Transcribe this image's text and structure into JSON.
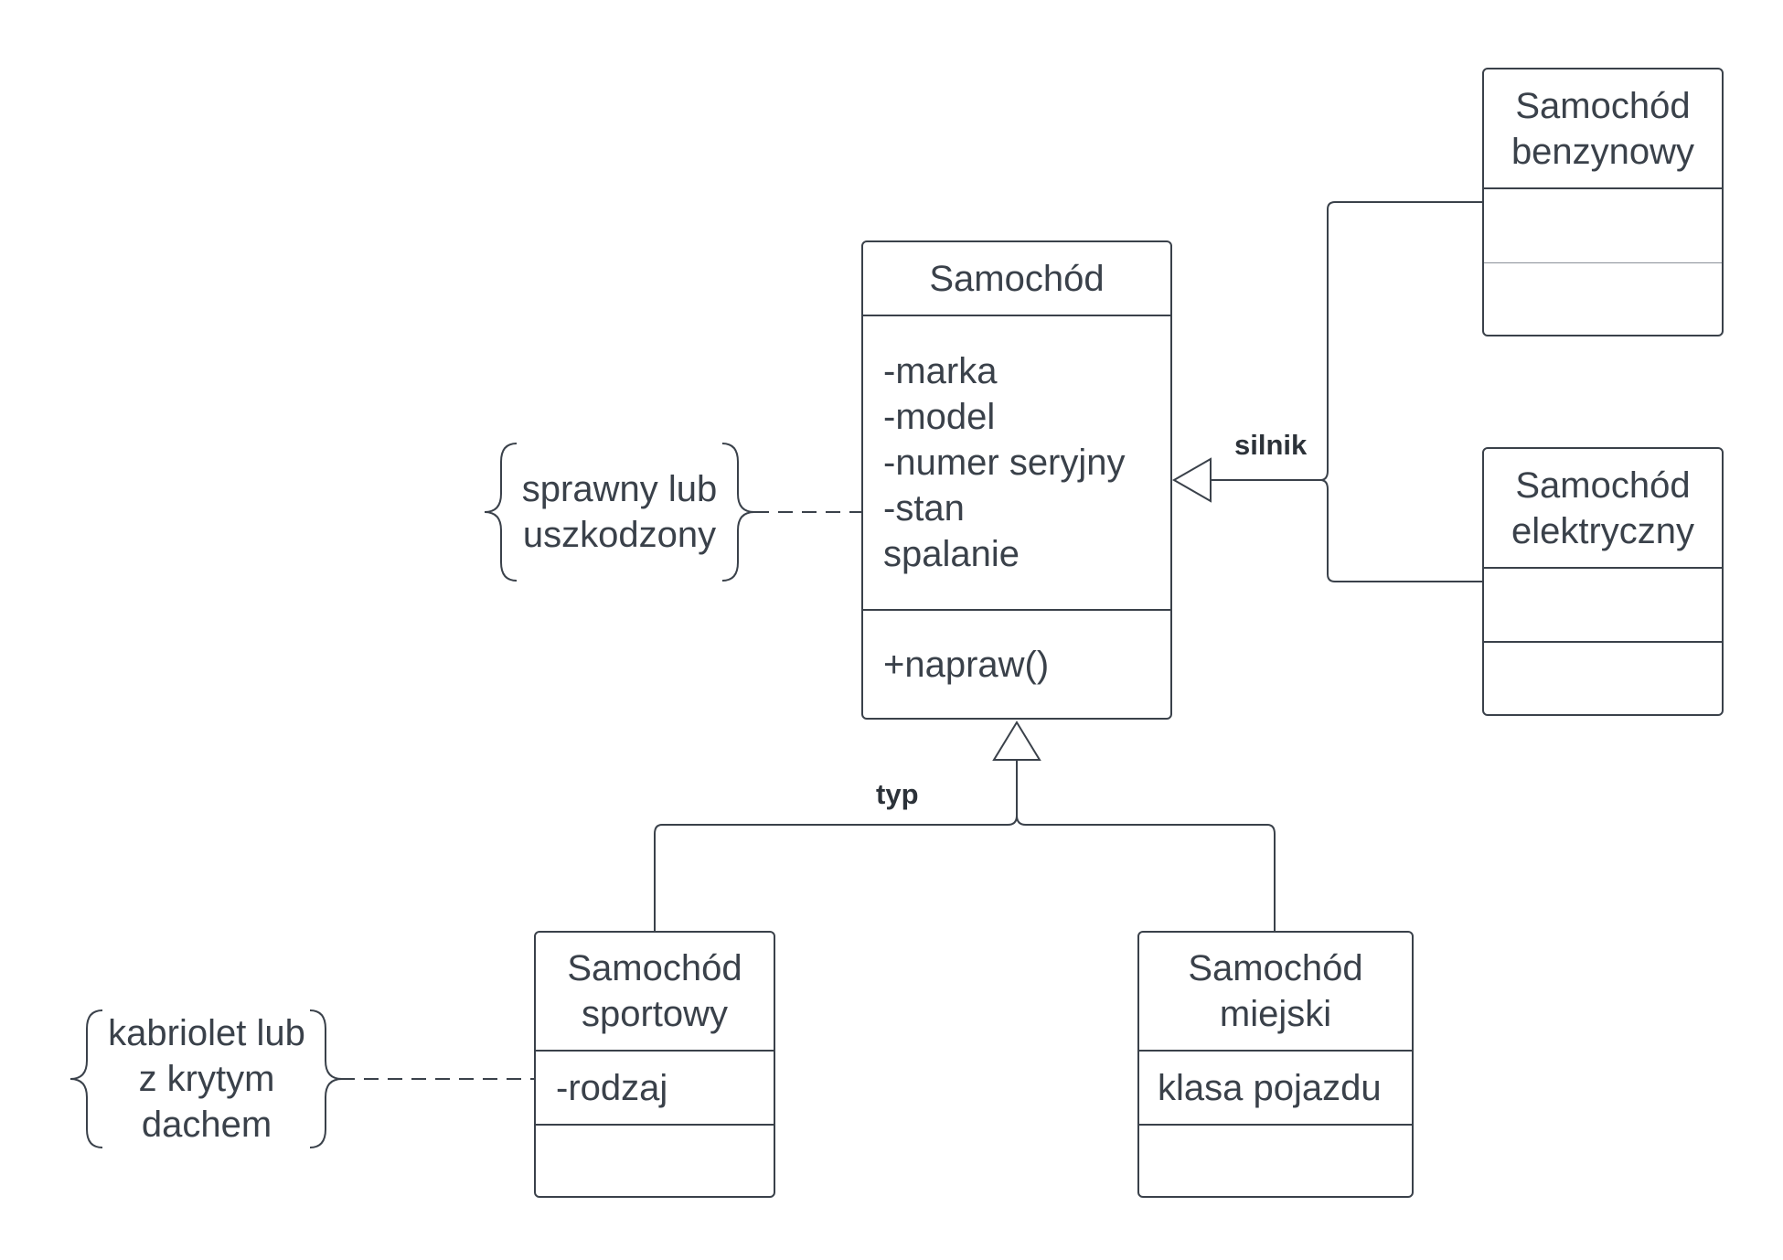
{
  "classes": {
    "samochod": {
      "name": "Samochód",
      "attributes": [
        "-marka",
        "-model",
        "-numer seryjny",
        "-stan",
        "spalanie"
      ],
      "methods": [
        "+napraw()"
      ]
    },
    "samochod_benzynowy": {
      "name": [
        "Samochód",
        "benzynowy"
      ]
    },
    "samochod_elektryczny": {
      "name": [
        "Samochód",
        "elektryczny"
      ]
    },
    "samochod_sportowy": {
      "name": [
        "Samochód",
        "sportowy"
      ],
      "attributes": [
        "-rodzaj"
      ]
    },
    "samochod_miejski": {
      "name": [
        "Samochód",
        "miejski"
      ],
      "attributes": [
        "klasa pojazdu"
      ]
    }
  },
  "notes": {
    "stan_note": [
      "sprawny lub",
      "uszkodzony"
    ],
    "rodzaj_note": [
      "kabriolet lub",
      "z krytym",
      "dachem"
    ]
  },
  "connectors": {
    "silnik_label": "silnik",
    "typ_label": "typ"
  },
  "colors": {
    "stroke": "#3a414a",
    "text": "#3a414a",
    "background": "#ffffff"
  }
}
